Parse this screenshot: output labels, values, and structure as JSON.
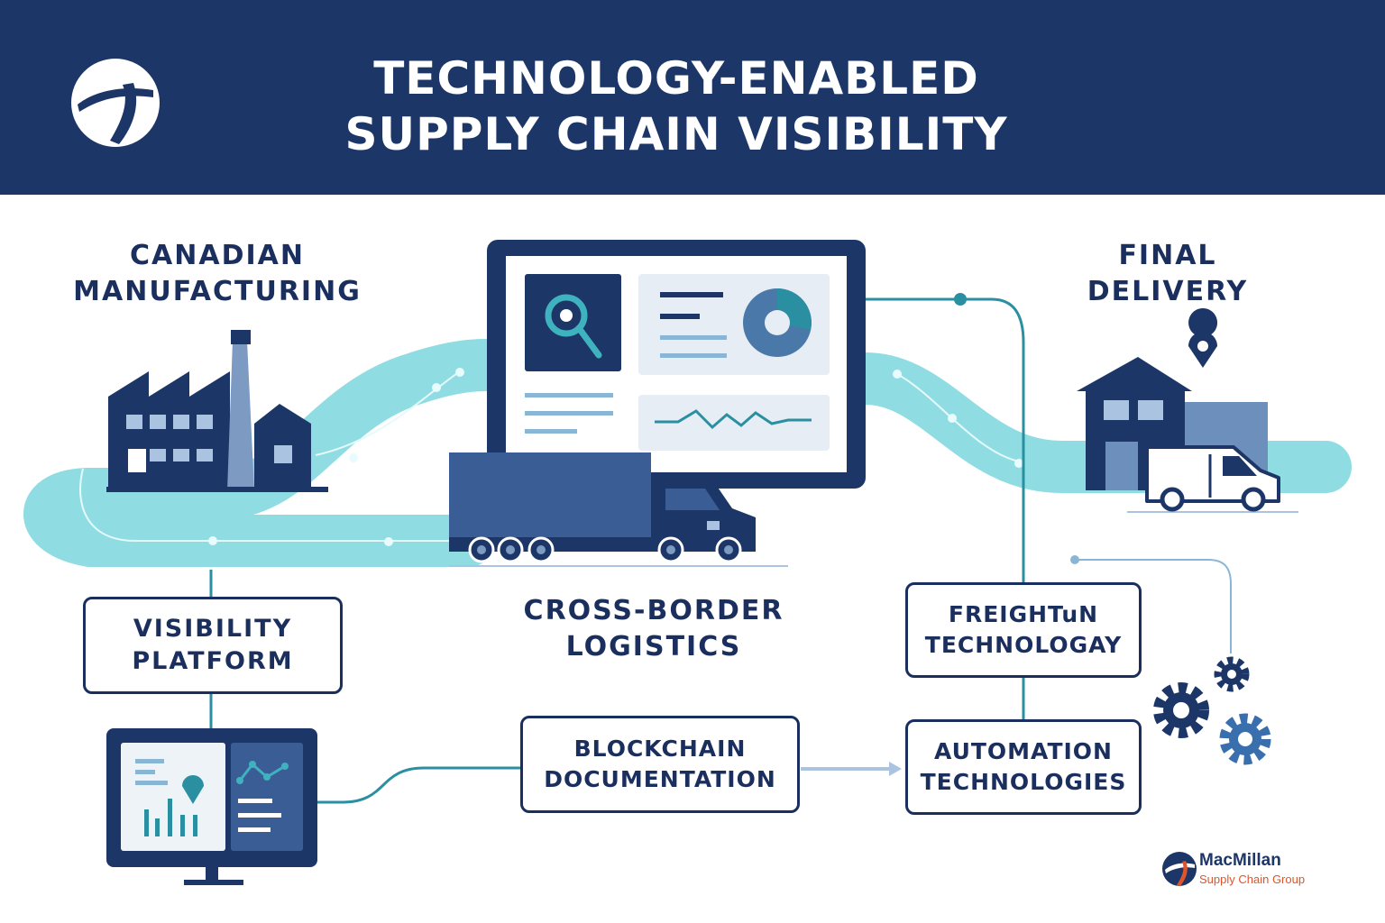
{
  "header": {
    "title_line1": "TECHNOLOGY-ENABLED",
    "title_line2": "SUPPLY CHAIN VISIBILITY",
    "logo_icon": "swoosh-logo-icon",
    "background_color": "#1d3668"
  },
  "nodes": {
    "canadian_manufacturing": {
      "line1": "CANADIAN",
      "line2": "MANUFACTURING",
      "icon": "factory-icon"
    },
    "final_delivery": {
      "line1": "FINAL",
      "line2": "DELIVERY",
      "icon": "warehouse-van-icon"
    },
    "cross_border_logistics": {
      "line1": "CROSS-BORDER",
      "line2": "LOGISTICS",
      "icon": "truck-dashboard-icon"
    }
  },
  "boxes": {
    "visibility_platform": {
      "line1": "VISIBILITY",
      "line2": "PLATFORM"
    },
    "blockchain_documentation": {
      "line1": "BLOCKCHAIN",
      "line2": "DOCUMENTATION"
    },
    "freight_technology": {
      "line1": "FREIGHTuN",
      "line2": "TECHNOLOGAY"
    },
    "automation_technologies": {
      "line1": "AUTOMATION",
      "line2": "TECHNOLOGIES"
    }
  },
  "brand": {
    "name": "MacMillan",
    "subtitle": "Supply Chain Group",
    "name_color": "#1d3668",
    "subtitle_color": "#e0542a"
  },
  "colors": {
    "navy": "#1b2f5e",
    "teal": "#2a8fa0",
    "route": "#8fdde3",
    "steel_blue": "#4a78a8"
  }
}
